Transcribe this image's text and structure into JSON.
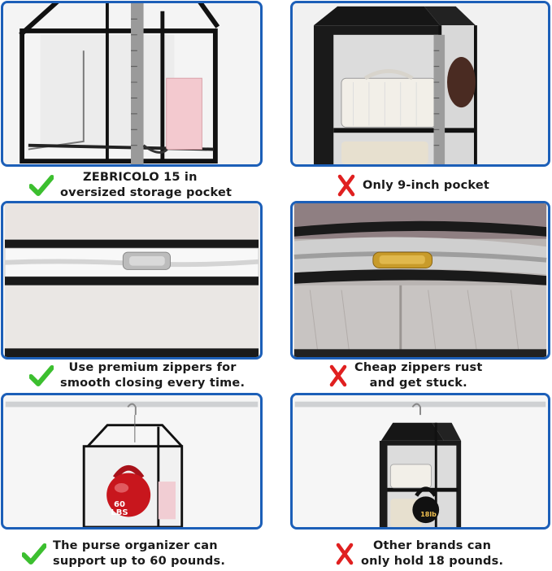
{
  "captions": {
    "row1_left": {
      "line1": "ZEBRICOLO 15 in",
      "line2": "oversized storage pocket"
    },
    "row1_right": {
      "line1": "Only 9-inch pocket"
    },
    "row2_left": {
      "line1": "Use premium zippers for",
      "line2": "smooth closing every time."
    },
    "row2_right": {
      "line1": "Cheap zippers rust",
      "line2": "and get stuck."
    },
    "row3_left": {
      "line1": "The purse organizer can",
      "line2": "support up to 60 pounds."
    },
    "row3_right": {
      "line1": "Other brands can",
      "line2": "only hold 18 pounds."
    }
  },
  "weights": {
    "left_label_top": "60",
    "left_label_bottom": "LBS",
    "right_label": "18lb"
  },
  "icons": {
    "good": "check-mark-icon",
    "bad": "x-mark-icon"
  },
  "colors": {
    "panel_border": "#1c5fb8",
    "check": "#3cbf2f",
    "cross": "#e02020",
    "kettlebell": "#c8161d"
  }
}
